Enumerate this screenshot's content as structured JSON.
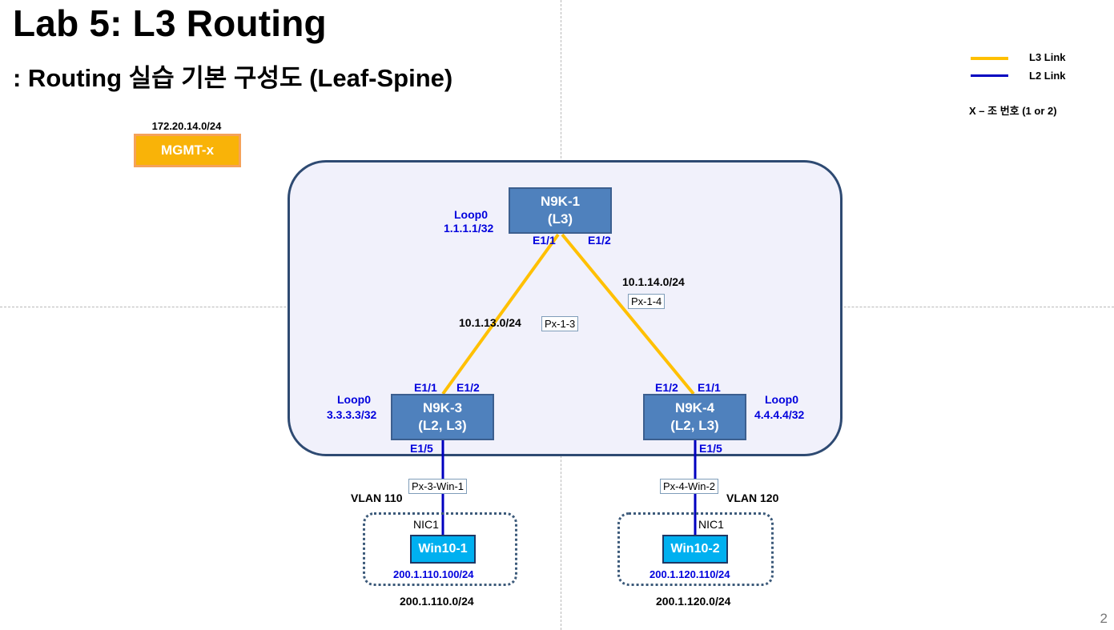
{
  "title": "Lab 5: L3 Routing",
  "subtitle": ": Routing 실습 기본 구성도 (Leaf-Spine)",
  "legend": {
    "l3_label": "L3 Link",
    "l2_label": "L2 Link",
    "l3_color": "#ffc000",
    "l2_color": "#0000c0"
  },
  "note": "X – 조 번호 (1 or 2)",
  "mgmt": {
    "network": "172.20.14.0/24",
    "label": "MGMT-x"
  },
  "spine": {
    "name": "N9K-1",
    "role": "(L3)",
    "loop_label": "Loop0",
    "loop_ip": "1.1.1.1/32",
    "port_left": "E1/1",
    "port_right": "E1/2"
  },
  "leaf_left": {
    "name": "N9K-3",
    "role": "(L2, L3)",
    "loop_label": "Loop0",
    "loop_ip": "3.3.3.3/32",
    "port_up_1": "E1/1",
    "port_up_2": "E1/2",
    "port_down": "E1/5"
  },
  "leaf_right": {
    "name": "N9K-4",
    "role": "(L2, L3)",
    "loop_label": "Loop0",
    "loop_ip": "4.4.4.4/32",
    "port_up_1": "E1/2",
    "port_up_2": "E1/1",
    "port_down": "E1/5"
  },
  "link_left": {
    "subnet": "10.1.13.0/24",
    "tag": "Px-1-3"
  },
  "link_right": {
    "subnet": "10.1.14.0/24",
    "tag": "Px-1-4"
  },
  "host_left": {
    "tag": "Px-3-Win-1",
    "vlan": "VLAN 110",
    "nic": "NIC1",
    "name": "Win10-1",
    "ip": "200.1.110.100/24",
    "network": "200.1.110.0/24"
  },
  "host_right": {
    "tag": "Px-4-Win-2",
    "vlan": "VLAN 120",
    "nic": "NIC1",
    "name": "Win10-2",
    "ip": "200.1.120.110/24",
    "network": "200.1.120.0/24"
  },
  "page_number": "2"
}
